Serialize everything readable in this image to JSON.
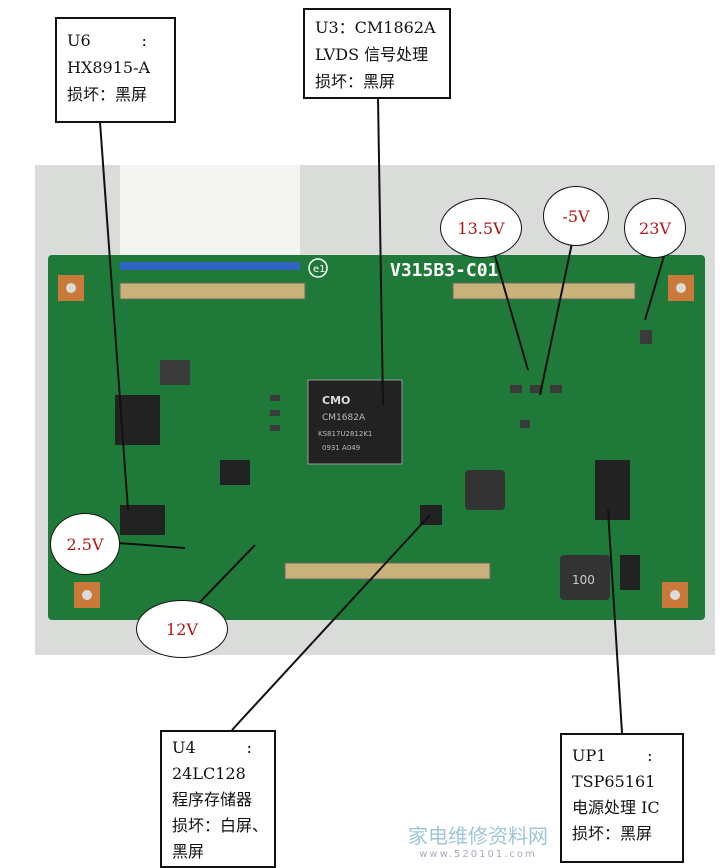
{
  "board": {
    "model": "V315B3-C01",
    "chip_main_text": [
      "CMO",
      "CM1682A",
      "KS817U2812K1",
      "0931 A049"
    ],
    "inductor_label": "100"
  },
  "callouts": {
    "u6": {
      "lines": [
        "U6          :",
        "HX8915-A",
        "损坏：黑屏"
      ]
    },
    "u3": {
      "lines": [
        "U3：CM1862A",
        "LVDS 信号处理",
        "损坏：黑屏"
      ]
    },
    "u4": {
      "lines": [
        "U4          :",
        "24LC128",
        "程序存储器",
        "损坏：白屏、",
        "黑屏"
      ]
    },
    "up1": {
      "lines": [
        "UP1        :",
        "TSP65161",
        "电源处理 IC",
        "损坏：黑屏"
      ]
    }
  },
  "voltages": {
    "v13_5": "13.5V",
    "vneg5": "-5V",
    "v23": "23V",
    "v2_5": "2.5V",
    "v12": "12V"
  },
  "colors": {
    "pcb": "#1f7a3a",
    "voltage_text": "#b01818"
  },
  "watermark": {
    "text": "家电维修资料网",
    "url": "www.520101.com"
  }
}
